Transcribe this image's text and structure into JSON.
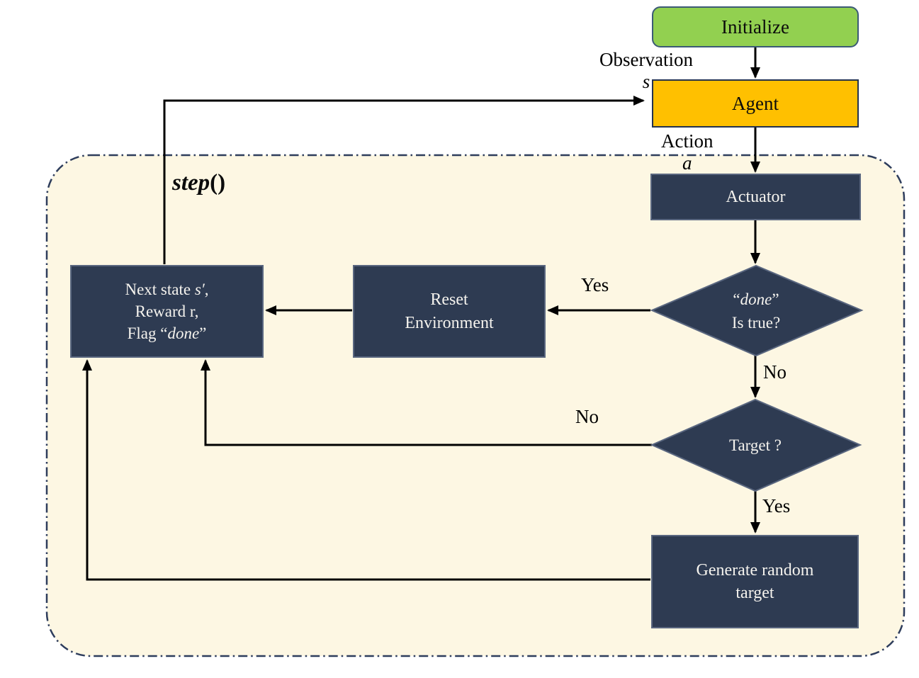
{
  "diagram": {
    "step_function": {
      "name": "step",
      "parens": "()"
    },
    "nodes": {
      "initialize": "Initialize",
      "agent": "Agent",
      "actuator": "Actuator",
      "done_check": {
        "line1_pre": "“",
        "line1_var": "done",
        "line1_post": "”",
        "line2": "Is true?"
      },
      "target_check": "Target ?",
      "reset_environment": {
        "line1": "Reset",
        "line2": "Environment"
      },
      "next_state": {
        "line1_pre": "Next state ",
        "line1_var": "s′",
        "line1_post": ",",
        "line2": "Reward r,",
        "line3_pre": "Flag “",
        "line3_var": "done",
        "line3_post": "”"
      },
      "generate_target": {
        "line1": "Generate random",
        "line2": "target"
      }
    },
    "edge_labels": {
      "observation_pre": "Observation ",
      "observation_var": "s",
      "action_pre": "Action ",
      "action_var": "a",
      "done_yes": "Yes",
      "done_no": "No",
      "target_no": "No",
      "target_yes": "Yes"
    },
    "colors": {
      "initialize_fill": "#92d050",
      "initialize_border": "#3b5a76",
      "agent_fill": "#ffc000",
      "agent_border": "#24324f",
      "node_fill": "#2e3b52",
      "node_border": "#5a6780",
      "node_text": "#f5f3ee",
      "container_fill": "#fdf7e3",
      "container_border": "#2e3d5c",
      "arrow": "#000000",
      "label_text": "#000000"
    }
  }
}
